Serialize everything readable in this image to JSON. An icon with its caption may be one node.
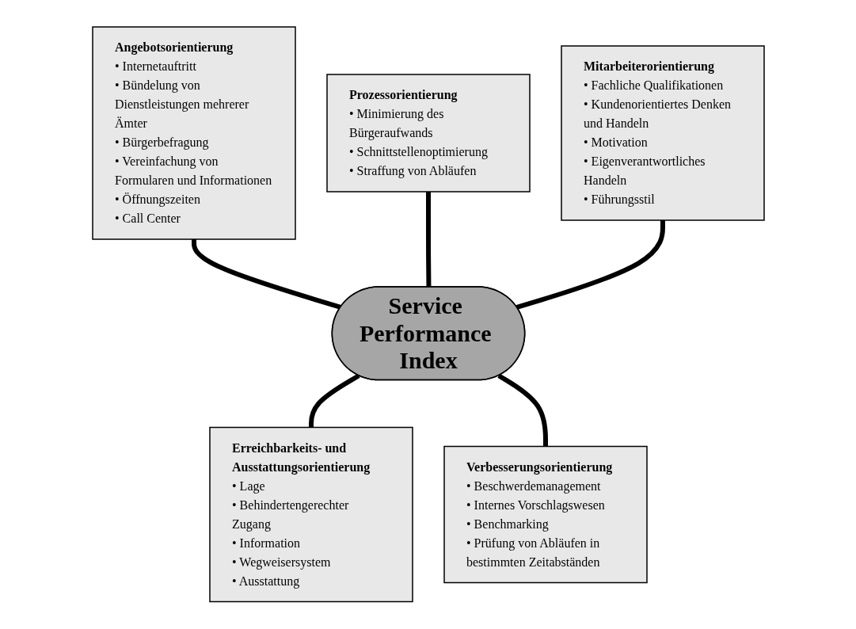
{
  "diagram": {
    "nodes": [
      {
        "text": [
          "Angebotsorientierung",
          "• Internetauftritt",
          "• Bündelung von Dienstleistungen mehrerer Ämter",
          "• Bürgerbefragung",
          "• Vereinfachung von Formularen und Informationen",
          "• Öffnungszeiten",
          "• Call Center"
        ]
      },
      {
        "text": [
          "Prozessorientierung",
          "• Minimierung des Bürgeraufwands",
          "• Schnittstellenoptimierung",
          "• Straffung von Abläufen"
        ]
      },
      {
        "text": [
          "Mitarbeiterorientierung",
          "• Fachliche Qualifikationen",
          "• Kundenorientiertes Denken und Handeln",
          "• Motivation",
          "• Eigenverantwortliches Handeln",
          "• Führungsstil"
        ]
      },
      {
        "text": [
          "Service Performance Index"
        ]
      },
      {
        "text": [
          "Erreichbarkeits- und Ausstattungsorientierung",
          "• Lage",
          "• Behindertengerechter Zugang",
          "• Information",
          "• Wegweisersystem",
          "• Ausstattung"
        ]
      },
      {
        "text": [
          "Verbesserungsorientierung",
          "• Beschwerdemanagement",
          "• Internes Vorschlagswesen",
          "• Benchmarking",
          "• Prüfung von Abläufen in bestimmten Zeitabständen"
        ]
      }
    ],
    "edges": [
      {
        "from": 0,
        "to": 3,
        "arrow": "none"
      },
      {
        "from": 1,
        "to": 3,
        "arrow": "none"
      },
      {
        "from": 2,
        "to": 3,
        "arrow": "none"
      },
      {
        "from": 3,
        "to": 4,
        "arrow": "none"
      },
      {
        "from": 3,
        "to": 5,
        "arrow": "none"
      }
    ]
  }
}
